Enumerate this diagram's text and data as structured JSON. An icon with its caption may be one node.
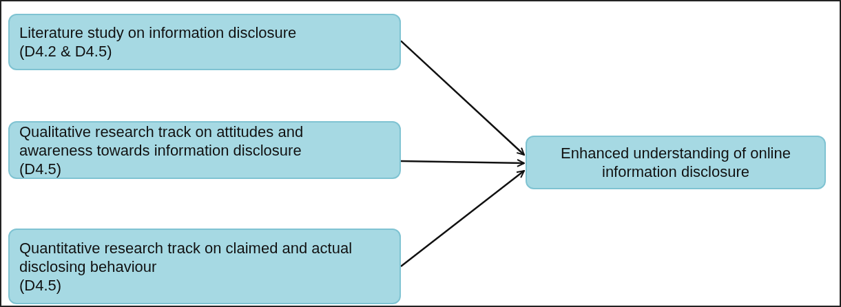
{
  "diagram": {
    "nodes": [
      {
        "text": [
          "Literature study on information disclosure",
          "(D4.2 & D4.5)"
        ]
      },
      {
        "text": [
          "Qualitative research track on attitudes and awareness towards information disclosure",
          "(D4.5)"
        ]
      },
      {
        "text": [
          "Quantitative research track on claimed and actual disclosing behaviour",
          "(D4.5)"
        ]
      },
      {
        "text": [
          "Enhanced understanding of online information disclosure"
        ]
      }
    ],
    "edges": [
      {
        "from": 0,
        "to": 3,
        "arrow": "to"
      },
      {
        "from": 1,
        "to": 3,
        "arrow": "to"
      },
      {
        "from": 2,
        "to": 3,
        "arrow": "to"
      }
    ]
  }
}
